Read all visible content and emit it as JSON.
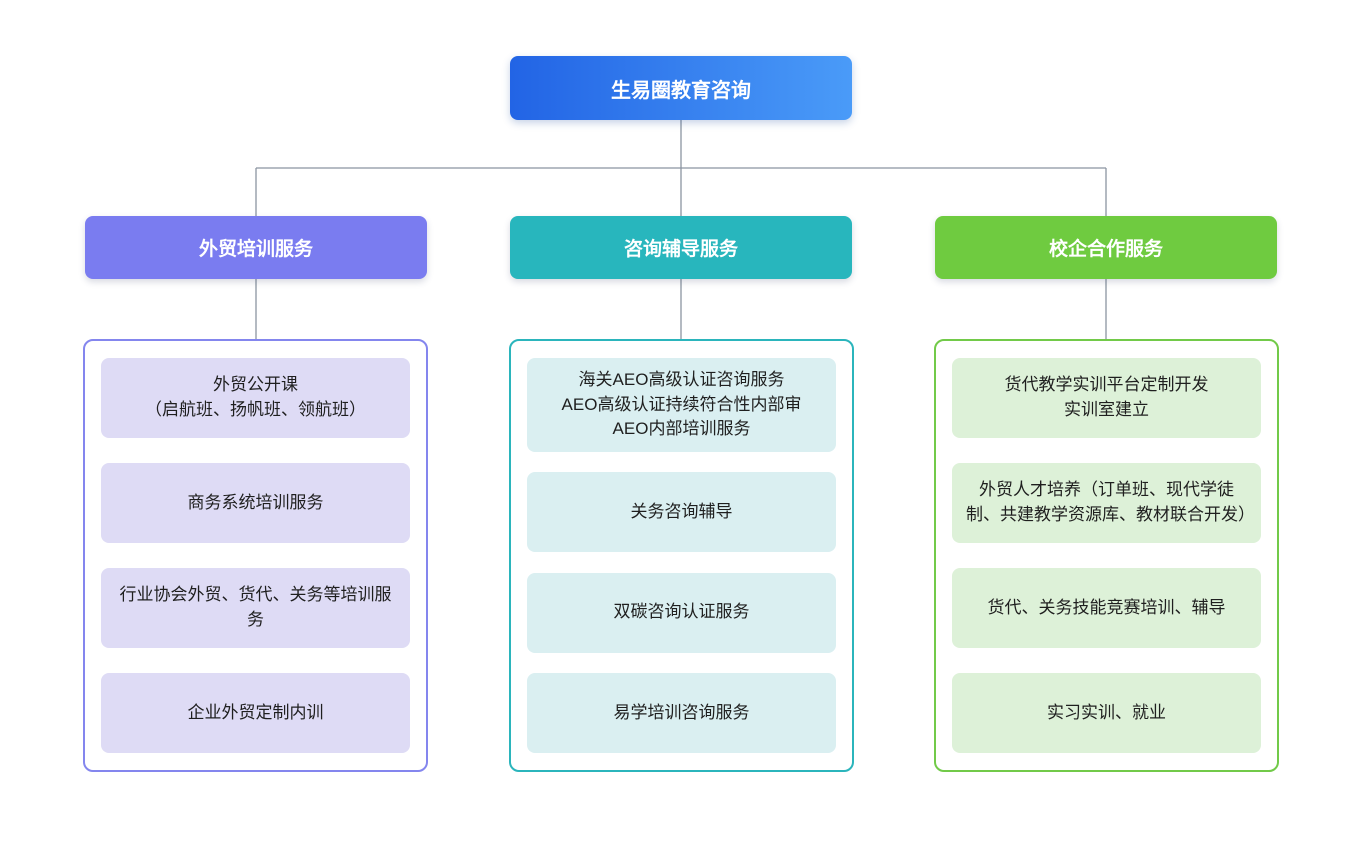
{
  "title": "生易圈教育咨询",
  "colors": {
    "root_gradient_start": "#2264e5",
    "root_gradient_end": "#4a9bf8",
    "connector_line": "#8b95a1",
    "branch_1_header": "#7a7cf0",
    "branch_1_panel_border": "#8486ee",
    "branch_1_item_bg": "#dedbf5",
    "branch_2_header": "#28b6bd",
    "branch_2_panel_border": "#2bb5bc",
    "branch_2_item_bg": "#daeff1",
    "branch_3_header": "#6fcb40",
    "branch_3_panel_border": "#72ca49",
    "branch_3_item_bg": "#ddf1d8"
  },
  "branches": [
    {
      "label": "外贸培训服务",
      "items": [
        "外贸公开课\n（启航班、扬帆班、领航班）",
        "商务系统培训服务",
        "行业协会外贸、货代、关务等培训服务",
        "企业外贸定制内训"
      ]
    },
    {
      "label": "咨询辅导服务",
      "items": [
        "海关AEO高级认证咨询服务\nAEO高级认证持续符合性内部审\nAEO内部培训服务",
        "关务咨询辅导",
        "双碳咨询认证服务",
        "易学培训咨询服务"
      ]
    },
    {
      "label": "校企合作服务",
      "items": [
        "货代教学实训平台定制开发\n实训室建立",
        "外贸人才培养（订单班、现代学徒制、共建教学资源库、教材联合开发）",
        "货代、关务技能竞赛培训、辅导",
        "实习实训、就业"
      ]
    }
  ]
}
